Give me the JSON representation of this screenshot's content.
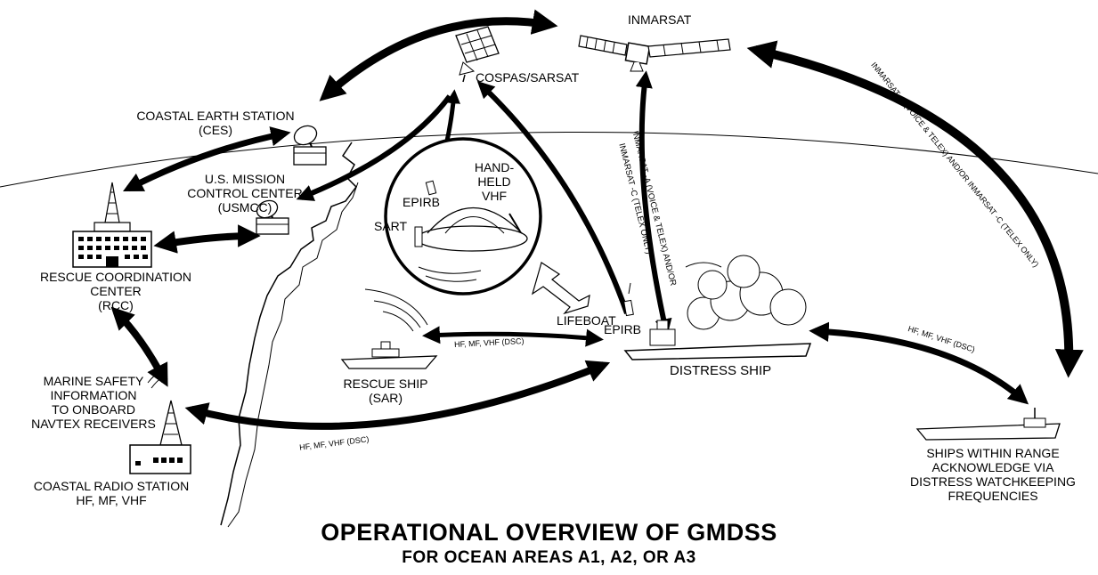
{
  "title": "OPERATIONAL OVERVIEW OF GMDSS",
  "subtitle": "FOR OCEAN AREAS A1, A2, OR A3",
  "labels": {
    "inmarsat": "INMARSAT",
    "cospas": "COSPAS/SARSAT",
    "ces_1": "COASTAL EARTH STATION",
    "ces_2": "(CES)",
    "usmcc_1": "U.S. MISSION",
    "usmcc_2": "CONTROL CENTER",
    "usmcc_3": "(USMCC)",
    "rcc_1": "RESCUE COORDINATION",
    "rcc_2": "CENTER",
    "rcc_3": "(RCC)",
    "msi_1": "MARINE SAFETY",
    "msi_2": "INFORMATION",
    "msi_3": "TO ONBOARD",
    "msi_4": "NAVTEX RECEIVERS",
    "crs_1": "COASTAL RADIO STATION",
    "crs_2": "HF, MF, VHF",
    "epirb_inset": "EPIRB",
    "handheld_1": "HAND-",
    "handheld_2": "HELD",
    "handheld_3": "VHF",
    "sart": "SART",
    "lifeboat": "LIFEBOAT",
    "epirb_ship": "EPIRB",
    "rescue_1": "RESCUE SHIP",
    "rescue_2": "(SAR)",
    "distress": "DISTRESS SHIP",
    "ships_1": "SHIPS WITHIN RANGE",
    "ships_2": "ACKNOWLEDGE VIA",
    "ships_3": "DISTRESS WATCHKEEPING",
    "ships_4": "FREQUENCIES"
  },
  "links": {
    "rescue_to_distress": "HF, MF, VHF (DSC)",
    "crs_to_distress": "HF, MF, VHF (DSC)",
    "distress_to_ships": "HF, MF, VHF (DSC)",
    "inmarsat_right_1": "INMARSAT -A (VOICE & TELEX) AND/OR INMARSAT -C (TELEX ONLY)",
    "inmarsat_center_1": "INMARSAT -A (VOICE & TELEX) AND/OR",
    "inmarsat_center_2": "INMARSAT -C (TELEX ONLY)"
  }
}
